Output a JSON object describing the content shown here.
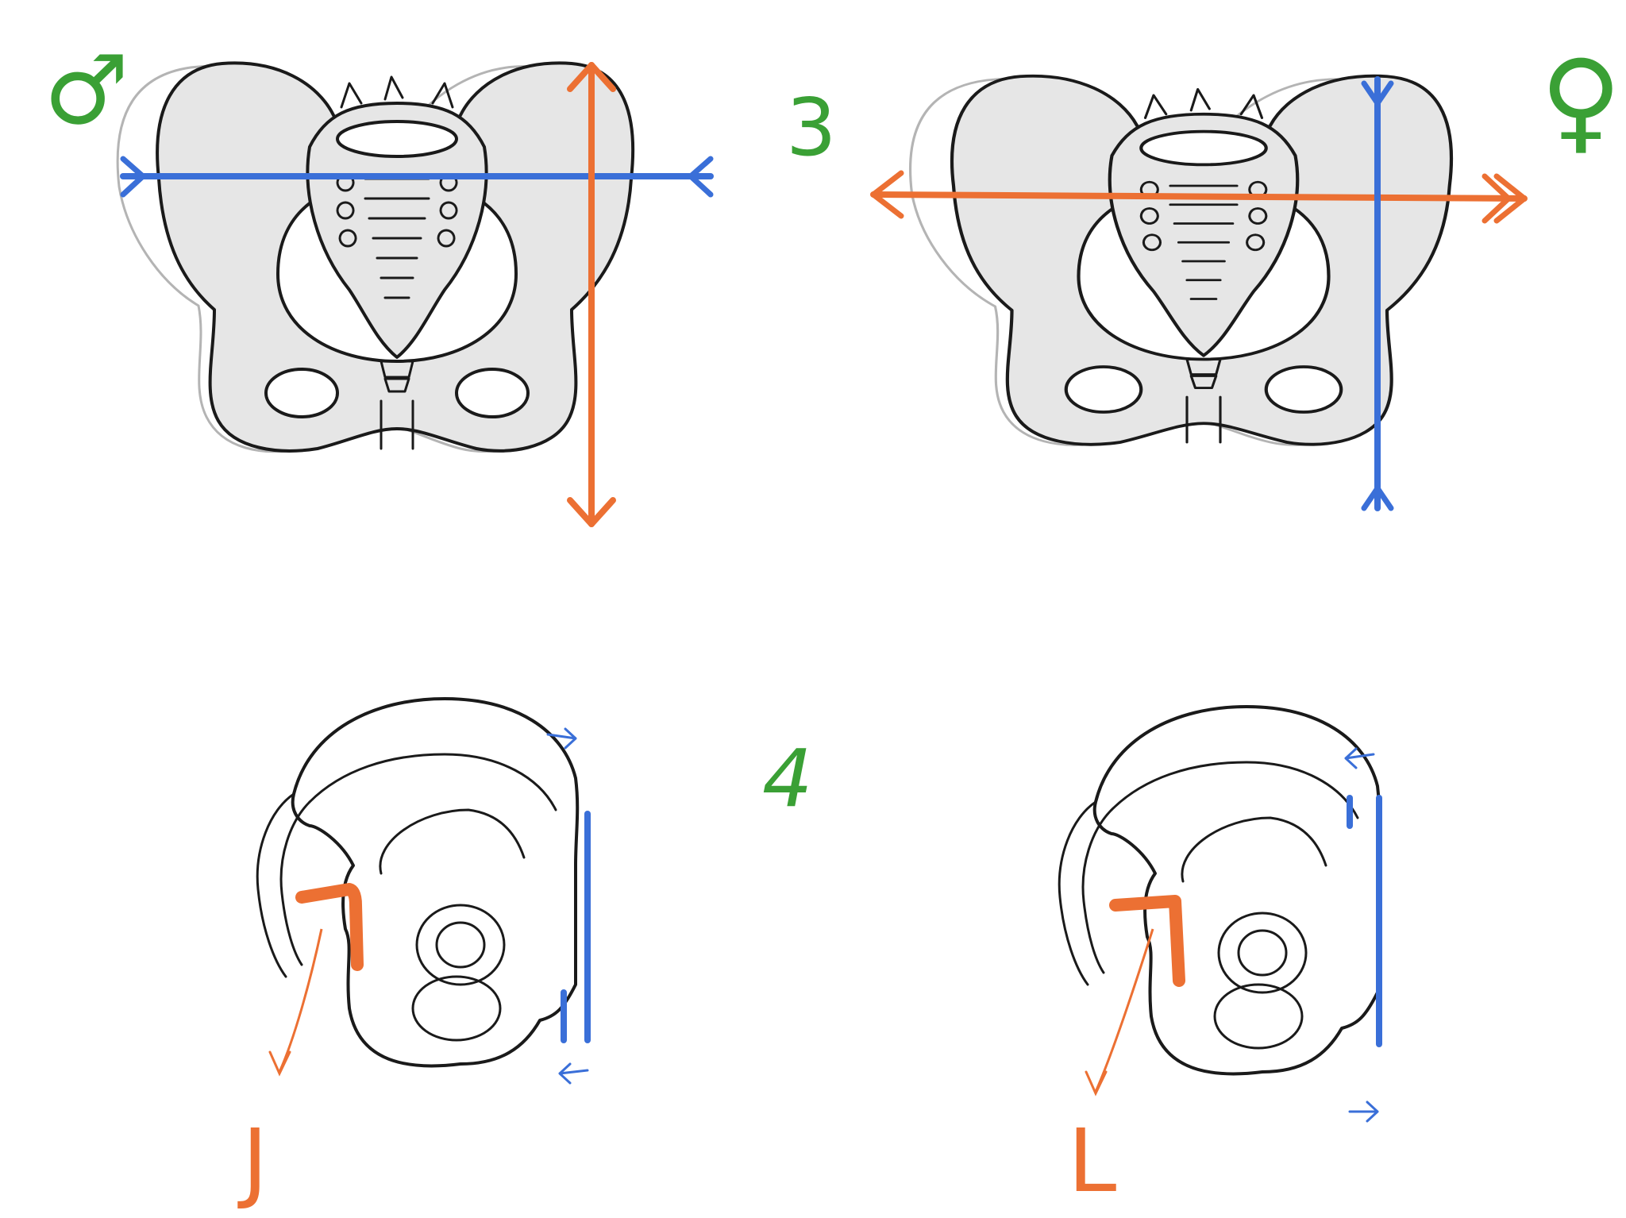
{
  "labels": {
    "male_symbol": "♂",
    "female_symbol": "♀",
    "step_3": "3",
    "step_4": "4",
    "letter_j": "J",
    "letter_l": "L"
  },
  "colors": {
    "green": "#3aa035",
    "blue": "#3a6fd8",
    "orange": "#ec7033",
    "bone_fill": "#e6e6e6",
    "ink": "#1a1a1a",
    "ghost": "#b4b4b4"
  },
  "icons": [
    "male-symbol-icon",
    "female-symbol-icon",
    "arrow-icon"
  ]
}
